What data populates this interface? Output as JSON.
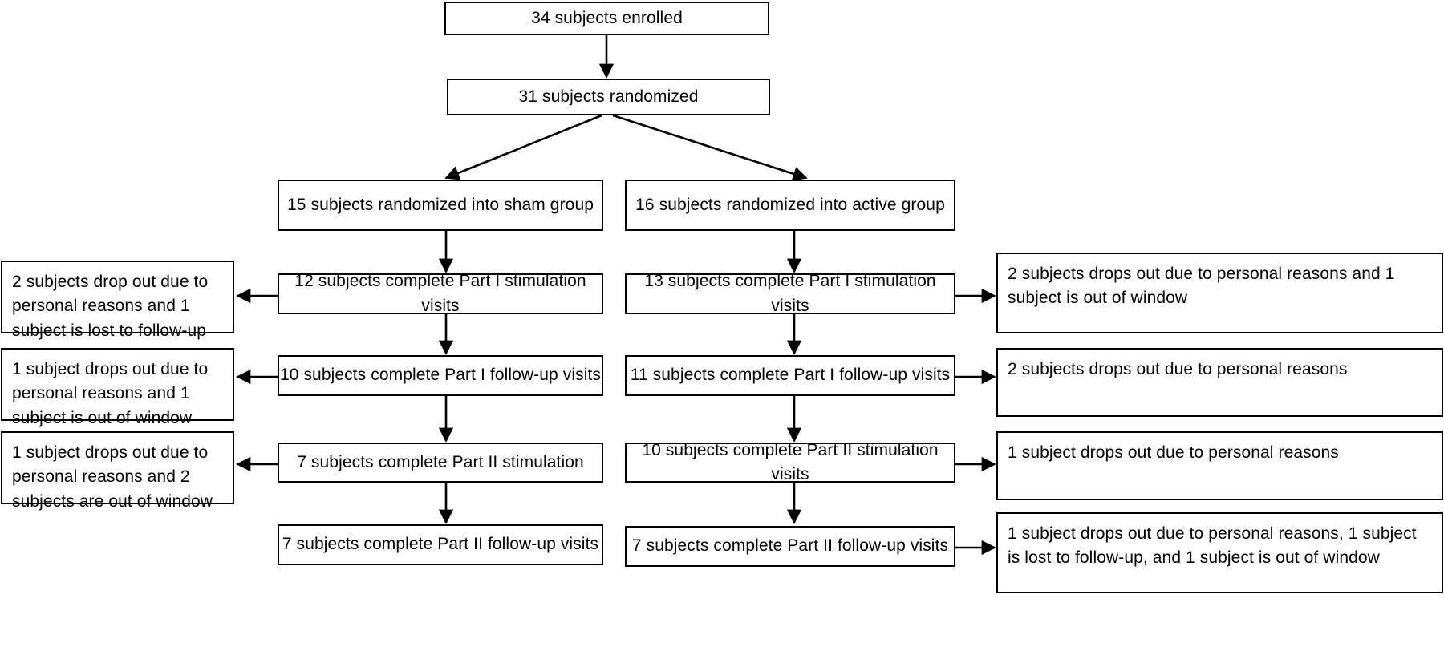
{
  "diagram": {
    "type": "flowchart",
    "title": "CONSORT subject disposition flow diagram",
    "stroke_color": "#000000",
    "background_color": "#ffffff",
    "nodes": {
      "enrolled": "34 subjects enrolled",
      "randomized": "31 subjects randomized",
      "sham_group": "15 subjects randomized into sham group",
      "active_group": "16 subjects randomized into active group",
      "sham_part1_stim": "12 subjects complete Part I stimulation visits",
      "active_part1_stim": "13 subjects complete Part I stimulation visits",
      "sham_part1_fu": "10 subjects complete Part I follow-up visits",
      "active_part1_fu": "11 subjects complete Part I follow-up visits",
      "sham_part2_stim": "7 subjects complete Part II stimulation",
      "active_part2_stim": "10 subjects complete Part II stimulation visits",
      "sham_part2_fu": "7 subjects complete Part II follow-up visits",
      "active_part2_fu": "7 subjects complete Part II follow-up visits"
    },
    "dropouts_left": {
      "row1": "2 subjects drop out due to personal reasons and 1 subject is lost to follow-up",
      "row2": "1 subject drops out due to personal reasons and 1 subject is out of window",
      "row3": "1 subject drops out due to personal reasons and 2 subjects are out of window"
    },
    "dropouts_right": {
      "row1": "2 subjects drops out due to personal reasons and 1 subject is out of window",
      "row2": "2 subjects drops out due to personal reasons",
      "row3": "1 subject drops out due to personal reasons",
      "row4": "1 subject drops out due to personal reasons, 1 subject is lost to follow-up, and 1 subject is out of window"
    }
  }
}
